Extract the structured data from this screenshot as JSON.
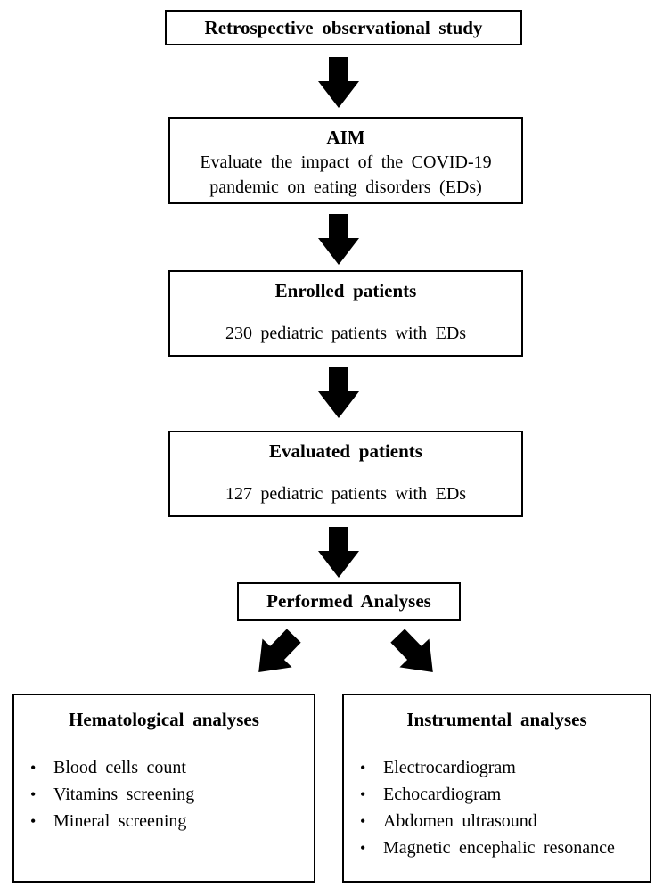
{
  "diagram": {
    "background": "#ffffff",
    "line_color": "#000000",
    "boxes": {
      "retrospective": {
        "title": "Retrospective observational study"
      },
      "aim": {
        "title": "AIM",
        "line1": "Evaluate the impact of the COVID-19",
        "line2": "pandemic on eating disorders (EDs)"
      },
      "enrolled": {
        "title": "Enrolled patients",
        "body": "230 pediatric patients with EDs"
      },
      "evaluated": {
        "title": "Evaluated patients",
        "body": "127 pediatric patients with EDs"
      },
      "performed": {
        "title": "Performed Analyses"
      },
      "hematological": {
        "title": "Hematological analyses",
        "bullet": "•",
        "items": [
          "Blood cells count",
          "Vitamins screening",
          "Mineral screening"
        ]
      },
      "instrumental": {
        "title": "Instrumental analyses",
        "bullet": "•",
        "items": [
          "Electrocardiogram",
          "Echocardiogram",
          "Abdomen ultrasound",
          "Magnetic encephalic resonance"
        ]
      }
    }
  }
}
